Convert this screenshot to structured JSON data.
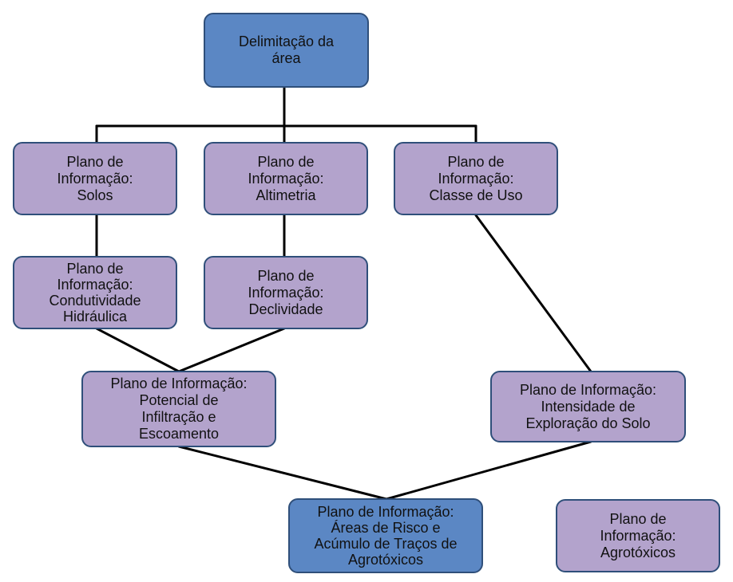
{
  "colors": {
    "primary_fill": "#5b87c4",
    "secondary_fill": "#b3a3cc",
    "border": "#2f4f7a",
    "connector": "#000000"
  },
  "nodes": {
    "delimitacao": {
      "label": "Delimitação da\nárea"
    },
    "solos": {
      "label": "Plano de\nInformação:\nSolos"
    },
    "altimetria": {
      "label": "Plano de\nInformação:\nAltimetria"
    },
    "classe_uso": {
      "label": "Plano de\nInformação:\nClasse de Uso"
    },
    "condutividade": {
      "label": "Plano de\nInformação:\nCondutividade\nHidráulica"
    },
    "declividade": {
      "label": "Plano de\nInformação:\nDeclividade"
    },
    "potencial": {
      "label": "Plano de Informação:\nPotencial de\nInfiltração e\nEscoamento"
    },
    "intensidade": {
      "label": "Plano de Informação:\nIntensidade de\nExploração do Solo"
    },
    "areas_risco": {
      "label": "Plano de Informação:\nÁreas de Risco e\nAcúmulo de Traços de\nAgrotóxicos"
    },
    "agrotoxicos": {
      "label": "Plano de\nInformação:\nAgrotóxicos"
    }
  }
}
